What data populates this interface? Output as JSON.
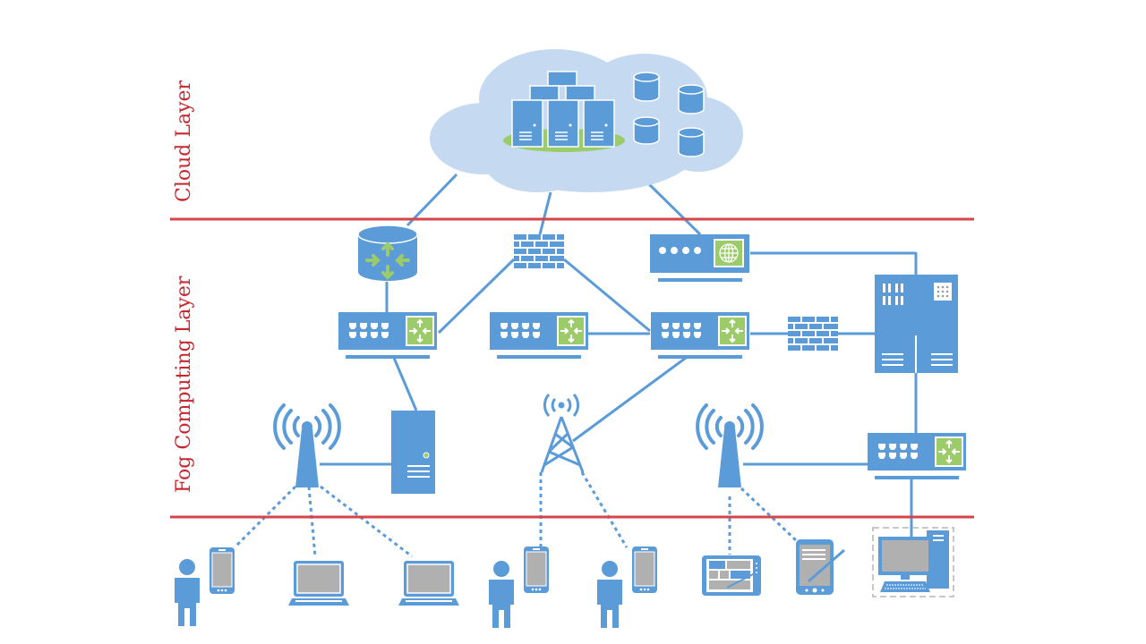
{
  "title": "Cloud and Fog Computing Network Architecture",
  "colors": {
    "device_blue": "#5b9bd8",
    "cloud_fill": "#c5daf0",
    "accent_green": "#9ccb6a",
    "screen_gray": "#b0b0b0",
    "layer_line_red": "#d6444c",
    "label_red": "#c8262d"
  },
  "layers": [
    {
      "label": "Cloud Layer"
    },
    {
      "label": "Fog Computing Layer"
    }
  ],
  "nodes": {
    "cloud": {
      "name": "cloud",
      "contains": [
        "server-cluster",
        "database-1",
        "database-2",
        "database-3",
        "database-4"
      ]
    },
    "fog": [
      {
        "id": "data-router",
        "type": "router-cylinder"
      },
      {
        "id": "firewall-top",
        "type": "firewall"
      },
      {
        "id": "gateway-modem",
        "type": "modem-globe"
      },
      {
        "id": "switch-1",
        "type": "switch"
      },
      {
        "id": "switch-2",
        "type": "switch"
      },
      {
        "id": "switch-3",
        "type": "switch"
      },
      {
        "id": "firewall-mid",
        "type": "firewall"
      },
      {
        "id": "mainframe",
        "type": "mainframe"
      },
      {
        "id": "wireless-ap-1",
        "type": "wireless-antenna"
      },
      {
        "id": "tower-server",
        "type": "tower-server"
      },
      {
        "id": "cell-tower",
        "type": "cell-tower"
      },
      {
        "id": "wireless-ap-2",
        "type": "wireless-antenna"
      },
      {
        "id": "switch-4",
        "type": "switch"
      }
    ],
    "edge": [
      {
        "id": "user-phone-1",
        "type": "user-with-phone"
      },
      {
        "id": "laptop-1",
        "type": "laptop"
      },
      {
        "id": "laptop-2",
        "type": "laptop"
      },
      {
        "id": "user-phone-2",
        "type": "user-with-phone"
      },
      {
        "id": "user-phone-3",
        "type": "user-with-phone"
      },
      {
        "id": "tablet",
        "type": "tablet"
      },
      {
        "id": "pda",
        "type": "pda-stylus"
      },
      {
        "id": "desktop",
        "type": "desktop-computer"
      }
    ]
  }
}
